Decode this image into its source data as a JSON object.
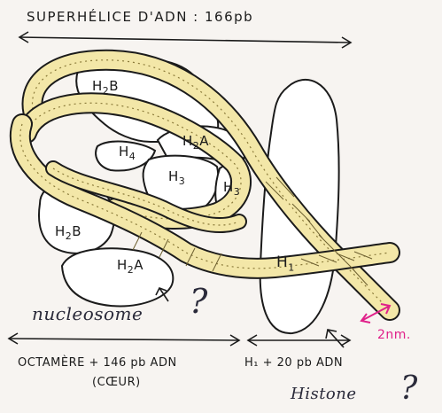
{
  "title": "SUPERHÉLICE D'ADN : 166pb",
  "histones": {
    "h2b_top": "H",
    "h2b_top_sub": "2",
    "h2b_top_letter": "B",
    "h2a_top": "H",
    "h2a_top_sub": "2",
    "h2a_top_letter": "A",
    "h4": "H",
    "h4_sub": "4",
    "h3_center": "H",
    "h3_center_sub": "3",
    "h3_right": "H",
    "h3_right_sub": "3",
    "h2b_low": "H",
    "h2b_low_sub": "2",
    "h2b_low_letter": "B",
    "h2a_low": "H",
    "h2a_low_sub": "2",
    "h2a_low_letter": "A",
    "h1": "H",
    "h1_sub": "1"
  },
  "annotations": {
    "nucleosome": "nucleosome",
    "question1": "?",
    "histone": "Histone",
    "question2": "?",
    "scale": "2nm."
  },
  "bottom": {
    "octamer_line1": "OCTAMÈRE + 146 pb ADN",
    "octamer_line2": "(CŒUR)",
    "h1_dna": "H₁ + 20 pb ADN"
  },
  "colors": {
    "dna": "#f3e7a8",
    "ink": "#1b1b1b",
    "scale": "#e0208a"
  }
}
